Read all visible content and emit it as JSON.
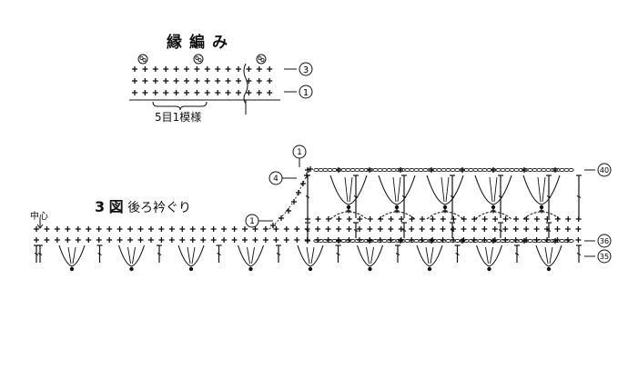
{
  "edging": {
    "title": "縁編み",
    "repeat_note": "5目1模様",
    "row_markers": [
      "3",
      "1"
    ]
  },
  "figure": {
    "number": "3",
    "icon": "図",
    "title": "後ろ衿ぐり",
    "center_label": "中心",
    "row_markers": [
      "40",
      "36",
      "35",
      "4",
      "1",
      "1"
    ]
  },
  "colors": {
    "ink": "#111111",
    "paper": "#ffffff"
  }
}
